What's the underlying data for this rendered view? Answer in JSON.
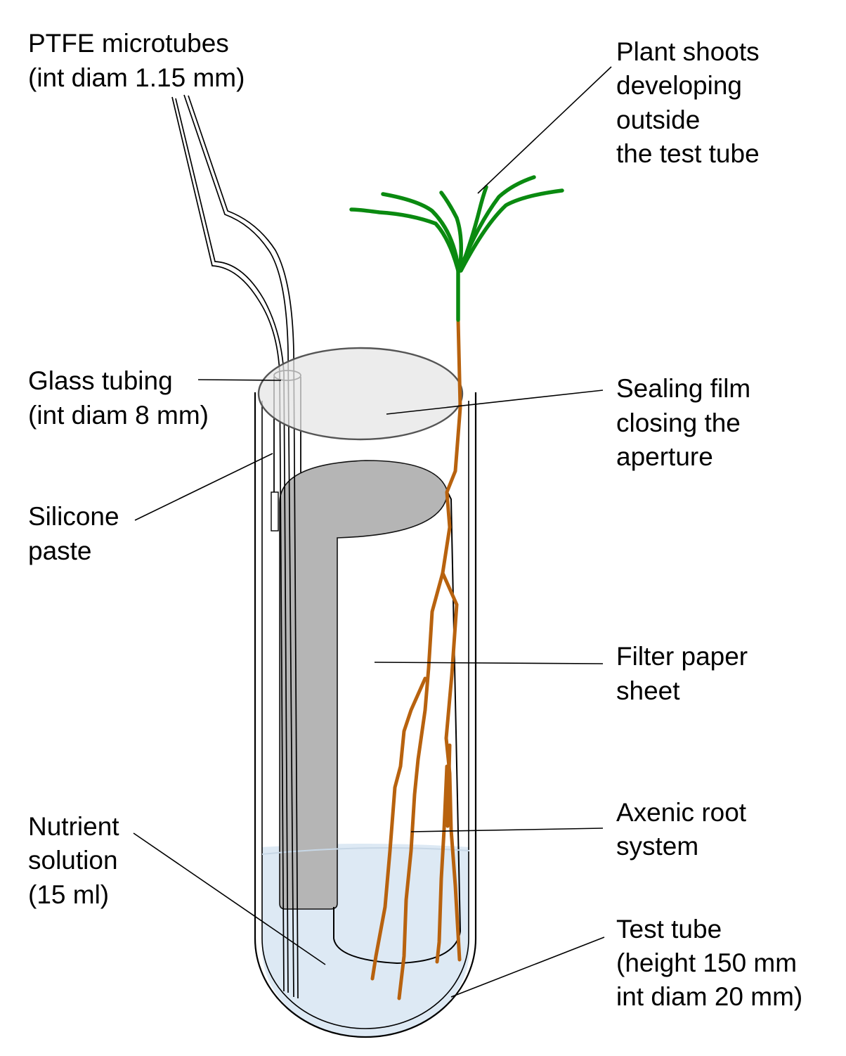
{
  "labels": {
    "ptfe": [
      "PTFE microtubes",
      "(int diam 1.15 mm)"
    ],
    "glass": [
      "Glass tubing",
      "(int diam 8 mm)"
    ],
    "silicone": [
      "Silicone",
      "paste"
    ],
    "nutrient": [
      "Nutrient",
      "solution",
      "(15 ml)"
    ],
    "shoots": [
      "Plant shoots",
      "developing",
      "outside",
      "the test tube"
    ],
    "film": [
      "Sealing film",
      "closing the",
      "aperture"
    ],
    "filter": [
      "Filter paper",
      "sheet"
    ],
    "root": [
      "Axenic root",
      "system"
    ],
    "tube": [
      "Test tube",
      "(height 150 mm",
      "int diam 20 mm)"
    ]
  },
  "colors": {
    "shoot": "#0a8a10",
    "root": "#b8620e",
    "paper": "#b5b5b5",
    "solution": "#dde9f4",
    "film": "#e8e8e8",
    "line": "#000000"
  }
}
